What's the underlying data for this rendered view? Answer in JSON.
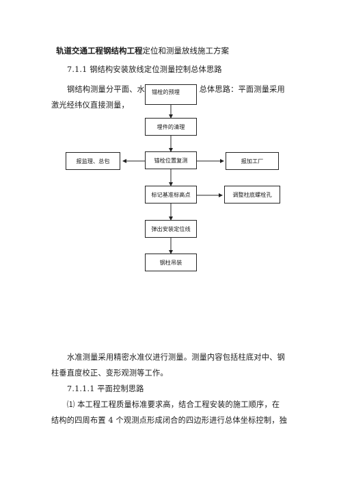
{
  "title": {
    "bold": "轨道交通工程钢结构工程",
    "rest": "定位和测量放线施工方案"
  },
  "section_heading": "7.1.1 钢结构安装放线定位测量控制总体思路",
  "intro_line1": "钢结构测量分平面、水准控制两部分。总体思路：平面测量采用",
  "intro_line2": "激光经纬仪直接测量，",
  "flowchart": {
    "box1": "锚栓的预埋",
    "box2": "埋件的清理",
    "box3": "锚栓位置复测",
    "box4": "标记基准标高点",
    "box5": "弹出安装定位线",
    "box6": "钢柱吊装",
    "left_box": "报监理、总包",
    "right_box1": "报加工厂",
    "right_box2": "调整柱底螺栓孔"
  },
  "para2_line1": "水准测量采用精密水准仪进行测量。测量内容包括柱底对中、钢",
  "para2_line2": "柱垂直度校正、变形观测等工作。",
  "subheading": "7.1.1.1 平面控制思路",
  "para3_line1": "⑴ 本工程工程质量标准要求高，结合工程安装的施工顺序，在",
  "para3_line2": "结构的四周布置 4 个观测点形成闭合的四边形进行总体坐标控制，独"
}
